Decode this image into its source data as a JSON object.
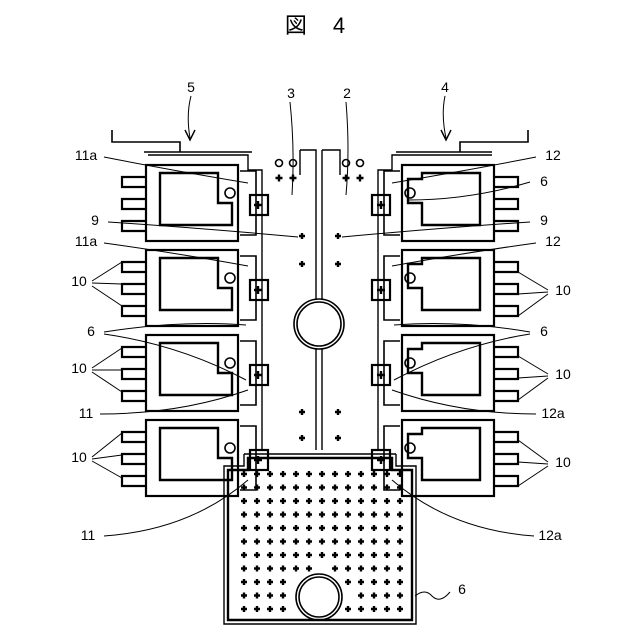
{
  "figure": {
    "title": "図 4"
  },
  "labels": {
    "l5": "5",
    "l3": "3",
    "l2": "2",
    "l4": "4",
    "l11a_top": "11a",
    "l12_top": "12",
    "l6_upper_right": "6",
    "l9_left": "9",
    "l9_right": "9",
    "l11a_mid": "11a",
    "l12_mid": "12",
    "l10_left_upper": "10",
    "l10_right_upper": "10",
    "l6_mid_left": "6",
    "l6_mid_right": "6",
    "l10_left_mid": "10",
    "l10_right_mid": "10",
    "l11_mid": "11",
    "l12a_mid": "12a",
    "l10_left_lower": "10",
    "l10_right_lower": "10",
    "l11_bottom": "11",
    "l12a_bottom": "12a",
    "l6_bottom": "6"
  }
}
